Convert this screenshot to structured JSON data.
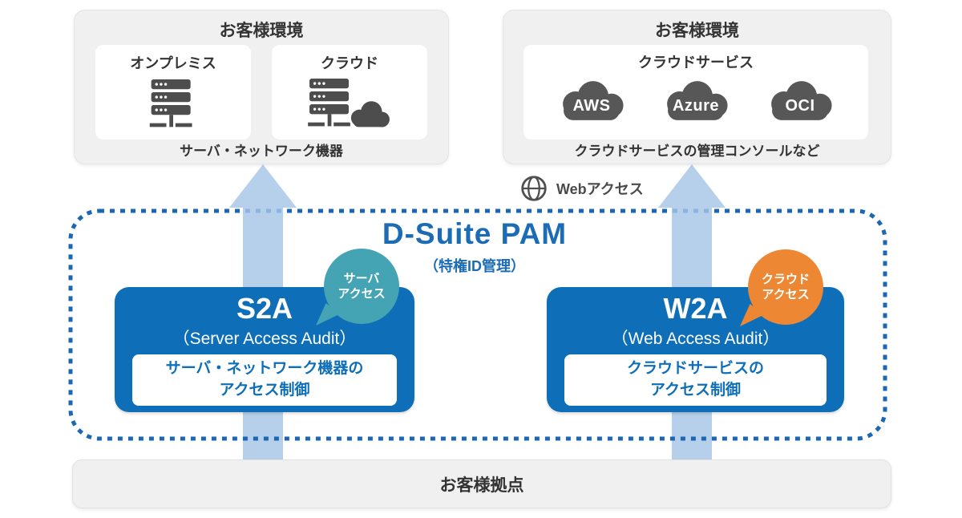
{
  "top_left_env": {
    "title": "お客様環境",
    "cards": [
      {
        "label": "オンプレミス"
      },
      {
        "label": "クラウド"
      }
    ],
    "caption": "サーバ・ネットワーク機器"
  },
  "top_right_env": {
    "title": "お客様環境",
    "card_title": "クラウドサービス",
    "clouds": [
      "AWS",
      "Azure",
      "OCI"
    ],
    "caption": "クラウドサービスの管理コンソールなど"
  },
  "web_access": {
    "label": "Webアクセス"
  },
  "pam": {
    "title": "D-Suite PAM",
    "subtitle": "（特権ID管理）",
    "products": [
      {
        "name": "S2A",
        "subname": "（Server Access Audit）",
        "description": [
          "サーバ・ネットワーク機器の",
          "アクセス制御"
        ],
        "badge": [
          "サーバ",
          "アクセス"
        ]
      },
      {
        "name": "W2A",
        "subname": "（Web Access Audit）",
        "description": [
          "クラウドサービスの",
          "アクセス制御"
        ],
        "badge": [
          "クラウド",
          "アクセス"
        ]
      }
    ]
  },
  "bottom_bar": {
    "label": "お客様拠点"
  },
  "icons": [
    "server-icon",
    "server-cloud-icon",
    "cloud-icon",
    "globe-icon",
    "up-arrow"
  ],
  "colors": {
    "primary_blue": "#0e6fb8",
    "pam_title_blue": "#1b6cb5",
    "dashed_border_blue": "#1b67b4",
    "arrow_light_blue": "#bcd4ed",
    "badge_teal": "#44a4b4",
    "badge_orange": "#ee8733",
    "icon_dark_gray": "#4d4d4d",
    "panel_gray": "#f0f0f0",
    "text_dark": "#333333"
  }
}
